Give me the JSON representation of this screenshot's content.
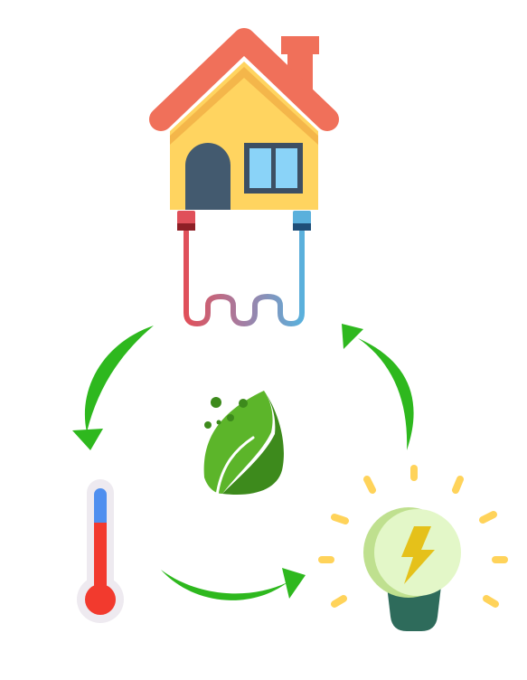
{
  "diagram": {
    "nodes": [
      {
        "id": "house",
        "icon": "house-icon"
      },
      {
        "id": "pipes",
        "icon": "heat-exchange-pipe-icon"
      },
      {
        "id": "temperature",
        "icon": "thermometer-icon"
      },
      {
        "id": "electricity",
        "icon": "lightbulb-bolt-icon"
      },
      {
        "id": "eco",
        "icon": "leaf-icon"
      }
    ],
    "edges": [
      {
        "from": "pipes",
        "to": "temperature"
      },
      {
        "from": "temperature",
        "to": "electricity"
      },
      {
        "from": "electricity",
        "to": "pipes"
      }
    ]
  },
  "colors": {
    "roof": "#F0705A",
    "house_wall": "#FFD460",
    "door": "#435A6F",
    "window_frame": "#3D4F63",
    "window_glass": "#8AD3F8",
    "hot_pipe": "#E0505A",
    "cold_pipe": "#5AB0DC",
    "arrow": "#2EB81E",
    "leaf_light": "#5CB52A",
    "leaf_dark": "#3D8A1C",
    "thermo_red": "#F23A2E",
    "thermo_blue": "#4F8FEF",
    "bulb_glow": "#FFD35A",
    "bulb_glass": "#E3F7C8",
    "bulb_base": "#2E6B5B",
    "bolt": "#E5C11A"
  }
}
